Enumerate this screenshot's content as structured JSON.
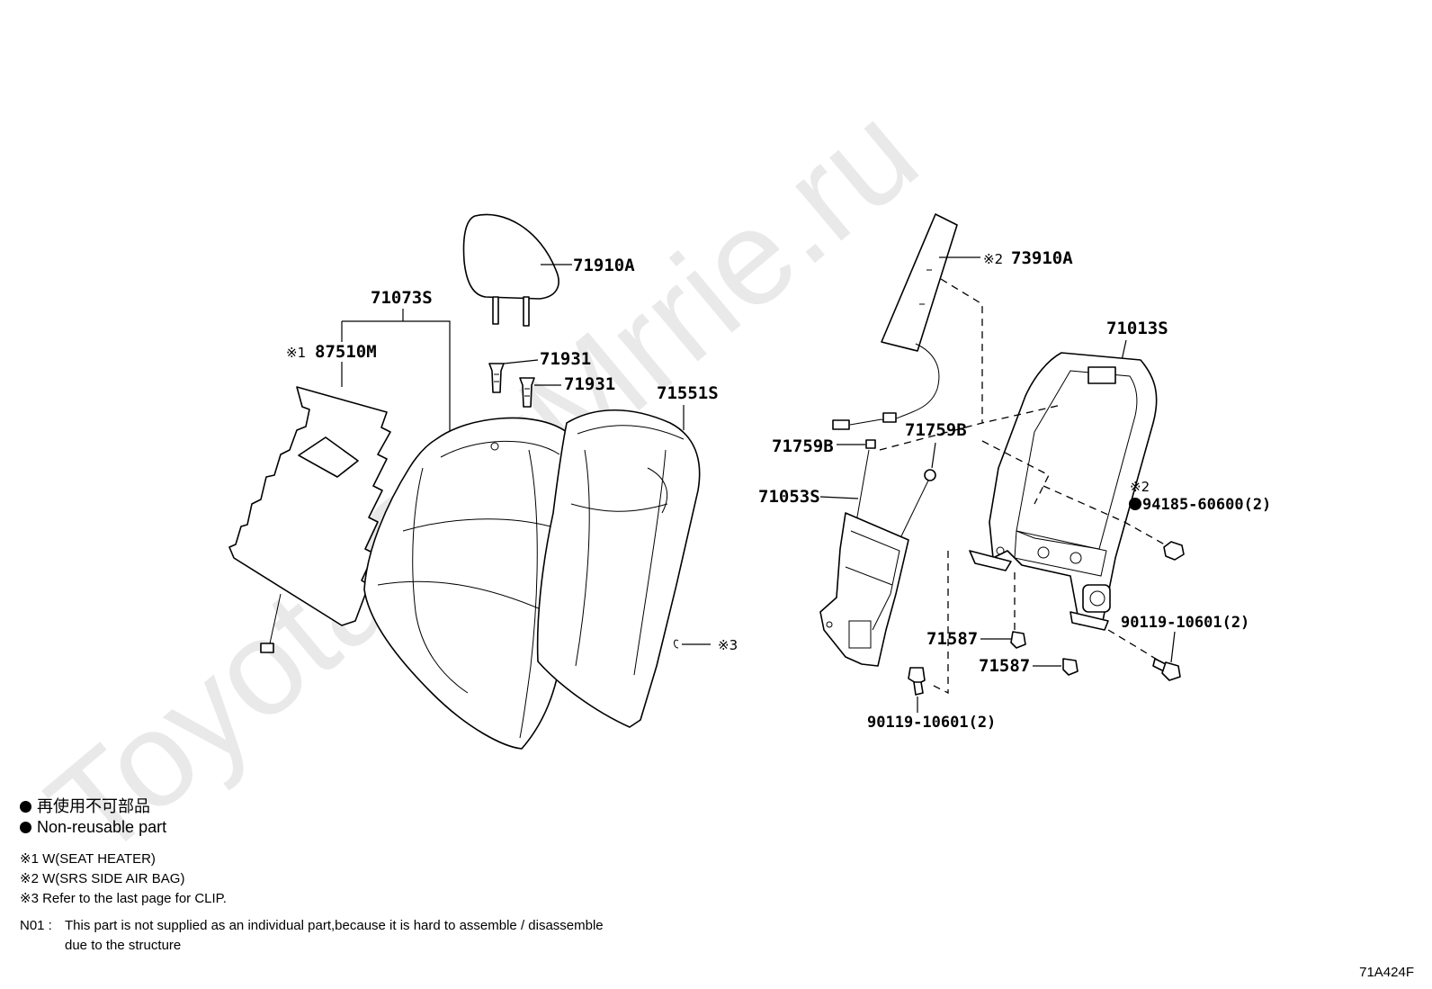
{
  "watermark": "ToyotaCarMrrie.ru",
  "labels": {
    "p71910A": "71910A",
    "p71073S": "71073S",
    "p87510M": "87510M",
    "p71931a": "71931",
    "p71931b": "71931",
    "p71551S": "71551S",
    "p73910A": "73910A",
    "p71013S": "71013S",
    "p71759Ba": "71759B",
    "p71759Bb": "71759B",
    "p71053S": "71053S",
    "p94185": "94185-60600(2)",
    "p90119a": "90119-10601(2)",
    "p71587a": "71587",
    "p71587b": "71587",
    "p90119b": "90119-10601(2)"
  },
  "marks": {
    "m1": "※1",
    "m2a": "※2",
    "m2b": "※2",
    "m3": "※3"
  },
  "legend": {
    "nonreusable_jp": "再使用不可部品",
    "nonreusable_en": "Non-reusable part",
    "note1": "※1 W(SEAT HEATER)",
    "note2": "※2 W(SRS SIDE AIR BAG)",
    "note3": "※3 Refer to the last page for CLIP.",
    "n01_code": "N01 :",
    "n01_text_1": "This part is not supplied as an individual part,because it is hard to assemble / disassemble",
    "n01_text_2": "due to the structure"
  },
  "diagram_code": "71A424F"
}
